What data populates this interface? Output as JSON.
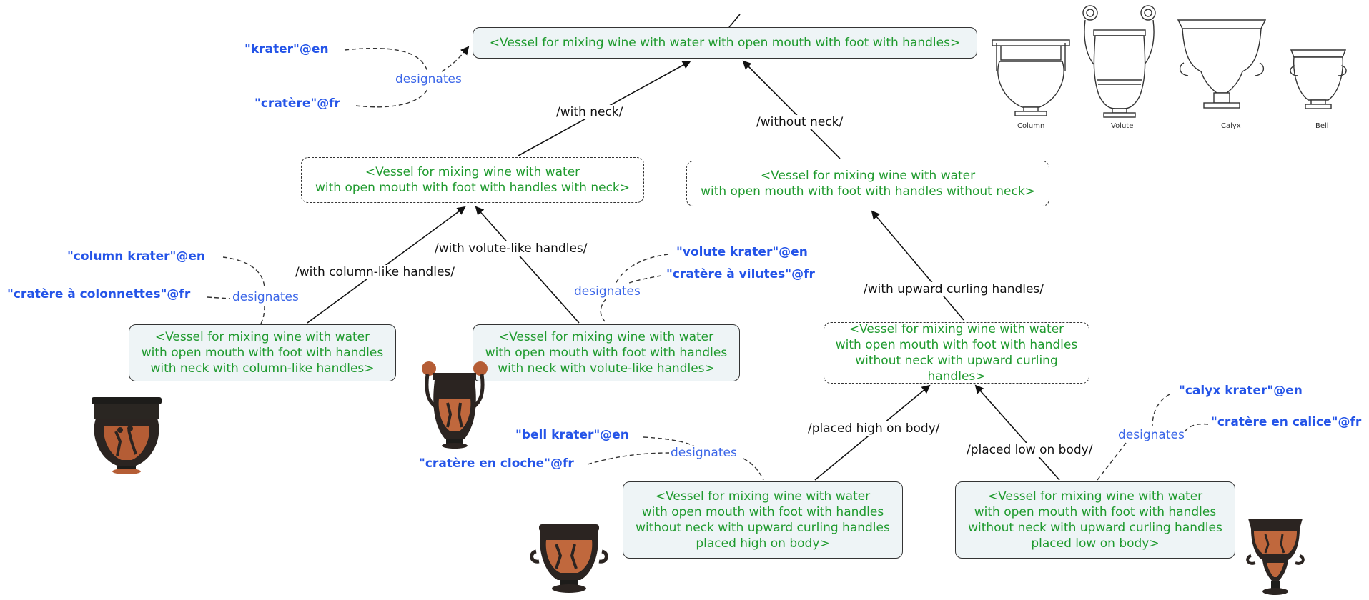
{
  "nodes": {
    "root": "<Vessel for mixing wine with water with open mouth with foot with handles>",
    "with_neck": "<Vessel for mixing wine with water\nwith open mouth with foot with handles with neck>",
    "without_neck": "<Vessel for mixing wine with water\nwith open mouth with foot with handles without neck>",
    "column": "<Vessel for mixing wine with water\nwith open mouth with foot with handles\nwith neck with column-like handles>",
    "volute": "<Vessel for mixing wine with water\nwith open mouth with foot with handles\nwith neck with volute-like handles>",
    "upward": "<Vessel for mixing wine with water\nwith open mouth with foot with handles\nwithout neck with upward curling handles>",
    "bell": "<Vessel for mixing wine with water\nwith open mouth with foot  with handles\nwithout neck with upward curling handles\nplaced high on body>",
    "calyx": "<Vessel for mixing wine with water\nwith open mouth with foot with handles\nwithout neck with upward curling handles\nplaced low on body>"
  },
  "edge_labels": {
    "with_neck": "/with neck/",
    "without_neck": "/without neck/",
    "column": "/with column-like handles/",
    "volute": "/with volute-like handles/",
    "upward": "/with upward curling handles/",
    "high": "/placed high on body/",
    "low": "/placed low on body/"
  },
  "terms": {
    "krater_en": "\"krater\"@en",
    "cratere_fr": "\"cratère\"@fr",
    "column_en": "\"column krater\"@en",
    "column_fr": "\"cratère à colonnettes\"@fr",
    "volute_en": "\"volute krater\"@en",
    "volute_fr": "\"cratère à vilutes\"@fr",
    "bell_en": "\"bell krater\"@en",
    "bell_fr": "\"cratère en cloche\"@fr",
    "calyx_en": "\"calyx krater\"@en",
    "calyx_fr": "\"cratère en calice\"@fr"
  },
  "designates": "designates",
  "shapes": [
    "Column",
    "Volute",
    "Calyx",
    "Bell"
  ],
  "colors": {
    "node_text": "#1f9a2e",
    "term_text": "#2454e8",
    "designates_text": "#3b66e8",
    "node_fill": "#eef4f6"
  }
}
